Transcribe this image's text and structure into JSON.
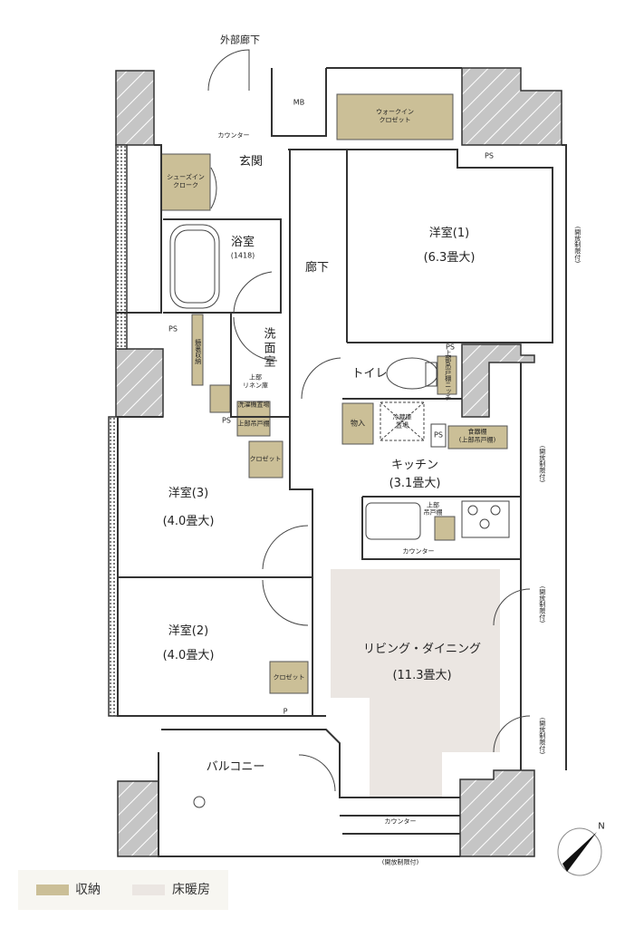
{
  "colors": {
    "storage": "#cbbf97",
    "floor_heating": "#ebe6e2",
    "wall": "#c5c5c5",
    "line": "#333333"
  },
  "labels": {
    "outside_corridor": "外部廊下",
    "mb": "MB",
    "walk_in_closet": "ウォークイン\nクロゼット",
    "ps": "PS",
    "counter": "カウンター",
    "entrance": "玄関",
    "shoes_in_cloak": "シューズイン\nクローク",
    "bathroom": "浴室",
    "bathroom_size": "(1418)",
    "hallway": "廊下",
    "western_room_1": "洋室(1)",
    "western_room_1_size": "(6.3畳大)",
    "washroom": "洗\n面\n室",
    "mirror_storage": "鏡裏収納",
    "upper_linen": "上部\nリネン庫",
    "washer_space": "洗濯機置場",
    "upper_cabinet": "上部吊戸棚",
    "toilet": "トイレ",
    "toilet_niche": "上部吊戸棚ニッチ",
    "storage_room": "物入",
    "fridge_space": "冷蔵庫\n置場",
    "dish_cabinet": "食器棚\n(上部吊戸棚)",
    "kitchen": "キッチン",
    "kitchen_size": "(3.1畳大)",
    "kitchen_upper_cabinet": "上部\n吊戸棚",
    "kitchen_counter": "カウンター",
    "closet": "クロゼット",
    "western_room_3": "洋室(3)",
    "western_room_3_size": "(4.0畳大)",
    "western_room_2": "洋室(2)",
    "western_room_2_size": "(4.0畳大)",
    "living_dining": "リビング・ダイニング",
    "living_dining_size": "(11.3畳大)",
    "p": "P",
    "balcony": "バルコニー",
    "bottom_counter": "カウンター",
    "opening_limit": "(開放制限付)",
    "compass_n": "N"
  },
  "legend": [
    {
      "label": "収納",
      "color": "#cbbf97"
    },
    {
      "label": "床暖房",
      "color": "#ebe6e2"
    }
  ]
}
